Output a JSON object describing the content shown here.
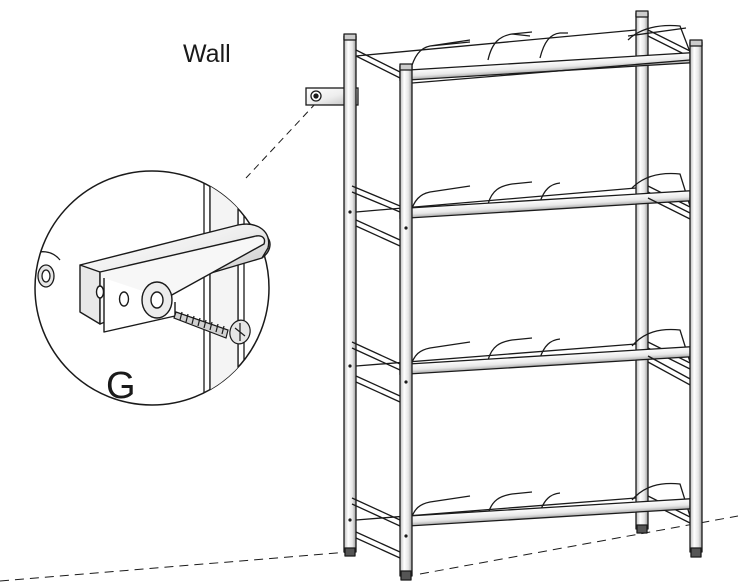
{
  "labels": {
    "wall": "Wall",
    "part": "G"
  },
  "colors": {
    "line": "#1a1a1a",
    "background": "#ffffff",
    "metal_light": "#f2f2f2",
    "metal_mid": "#d9d9d9",
    "metal_dark": "#8c8c8c"
  },
  "parts": {
    "shelf_tiers": 4,
    "wall_anchor_icon": "wall-bracket-icon",
    "screw_icon": "screw-icon"
  }
}
